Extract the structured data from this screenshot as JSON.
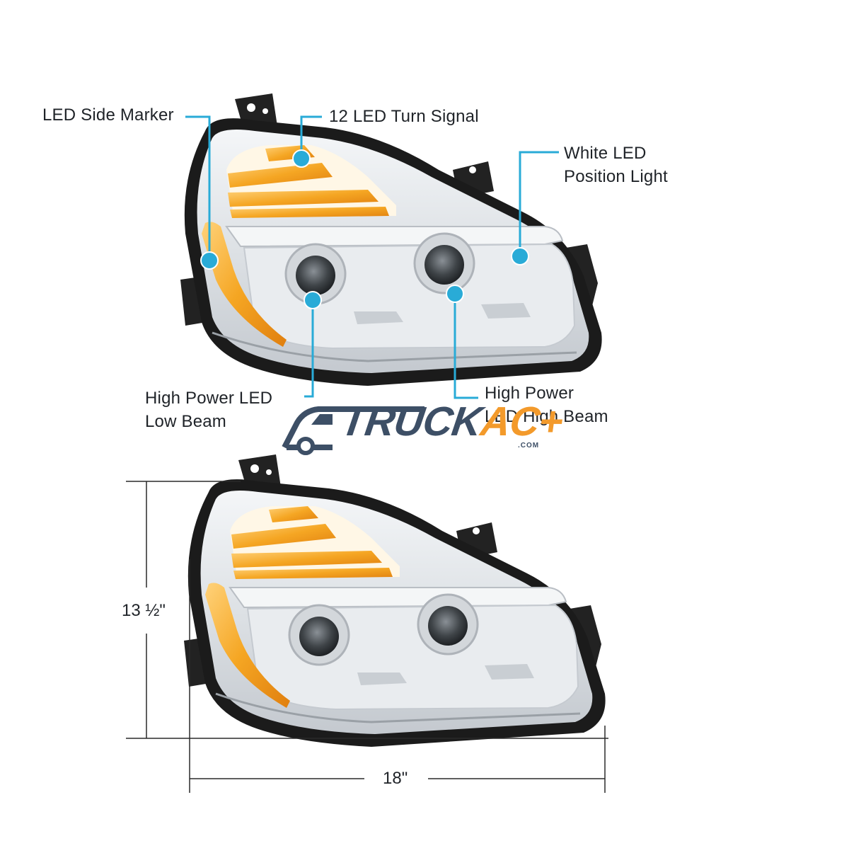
{
  "callouts": {
    "side_marker": "LED Side Marker",
    "turn_signal": "12 LED Turn Signal",
    "position_light": "White LED\nPosition Light",
    "low_beam": "High Power LED\nLow Beam",
    "high_beam": "High Power\nLED High Beam"
  },
  "dimensions": {
    "height": "13 ½\"",
    "width": "18\""
  },
  "watermark": {
    "text_part1": "TRUCK",
    "text_part2": "AC+",
    "domain": ".COM"
  },
  "colors": {
    "callout_accent": "#29abd7",
    "amber": "#f5a623",
    "chrome": "#d9dde2",
    "housing": "#222222"
  }
}
